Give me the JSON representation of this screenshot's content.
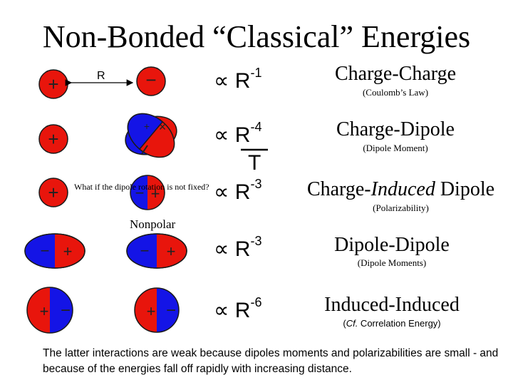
{
  "title": "Non-Bonded “Classical” Energies",
  "r_label": "R",
  "proportional_symbol": "∝",
  "plus_sign": "+",
  "minus_sign": "−",
  "times_sign": "×",
  "rows": [
    {
      "base": "R",
      "exponent": "-1",
      "name": "Charge-Charge",
      "note": "(Coulomb’s Law)"
    },
    {
      "base": "R",
      "exponent": "-4",
      "name": "Charge-Dipole",
      "note": "(Dipole Moment)",
      "denominator": "T"
    },
    {
      "base": "R",
      "exponent": "-3",
      "name_prefix": "Charge-",
      "name_italic": "Induced",
      "name_suffix": " Dipole",
      "note": "(Polarizability)"
    },
    {
      "base": "R",
      "exponent": "-3",
      "name": "Dipole-Dipole",
      "note": "(Dipole Moments)"
    },
    {
      "base": "R",
      "exponent": "-6",
      "name": "Induced-Induced",
      "note_prefix": "(",
      "note_italic": "Cf.",
      "note_suffix": " Correlation Energy)"
    }
  ],
  "question": "What if the dipole rotation is not fixed?",
  "nonpolar_label": "Nonpolar",
  "footer": "The latter interactions are weak because dipoles moments and polarizabilities are small - and because of the energies fall off rapidly with increasing distance.",
  "colors": {
    "positive": "#e8150c",
    "negative": "#1414e6",
    "outline": "#1a1a1a"
  }
}
